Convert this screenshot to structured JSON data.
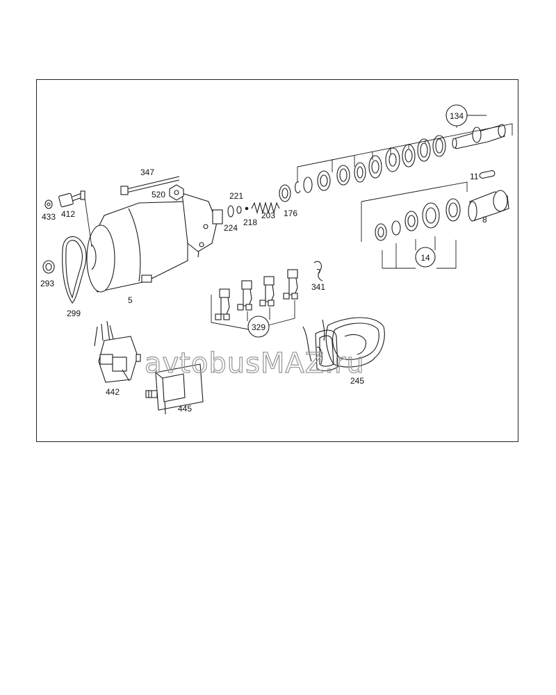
{
  "parts": {
    "p134": "134",
    "p11": "11",
    "p8": "8",
    "p14": "14",
    "p347": "347",
    "p520": "520",
    "p221": "221",
    "p218": "218",
    "p203": "203",
    "p176": "176",
    "p224": "224",
    "p433": "433",
    "p412": "412",
    "p293": "293",
    "p299": "299",
    "p5": "5",
    "p341": "341",
    "p329": "329",
    "p442": "442",
    "p445": "445",
    "p245": "245"
  },
  "watermark": "avtobusMAZ.ru"
}
